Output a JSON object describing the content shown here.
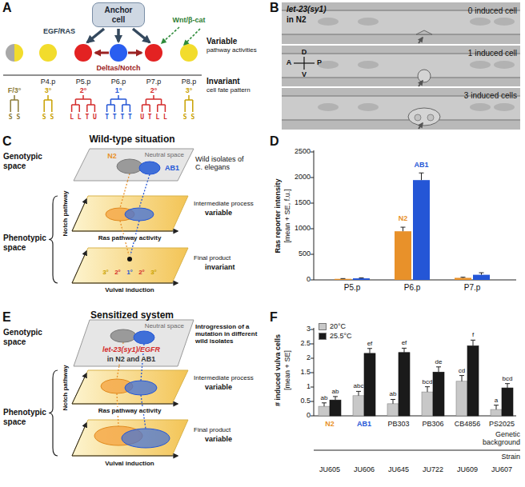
{
  "diagram": {
    "nodes": [
      {
        "text": [
          "Anchor cell"
        ]
      },
      {
        "text": [
          "Neutral space"
        ]
      },
      {
        "text": [
          "Neutral space"
        ]
      }
    ],
    "labels": [
      "A",
      "EGF/RAS",
      "Wnt/β-cat",
      "Variable",
      "pathway activities",
      "Deltas/Notch",
      "Invariant",
      "cell fate pattern",
      "P4.p",
      "P5.p",
      "P6.p",
      "P7.p",
      "P8.p",
      "F/3°",
      "3°",
      "2°",
      "1°",
      "2°",
      "3°",
      "S S",
      "S S",
      "L L T U",
      "T T T T",
      "U T L L",
      "S S",
      "B",
      "let-23(sy1)",
      "in N2",
      "0 induced cell",
      "1 induced cell",
      "3 induced cells",
      "D",
      "A",
      "P",
      "V",
      "C",
      "Wild-type situation",
      "Genotypic space",
      "N2",
      "AB1",
      "Wild isolates of C. elegans",
      "Notch pathway",
      "Phenotypic space",
      "Ras pathway activity",
      "Intermediate process",
      "variable",
      "Vulval induction",
      "Final product",
      "invariant",
      "3°",
      "2°",
      "1°",
      "2°",
      "3°",
      "D",
      "Ras reporter intensity",
      "[mean + SE, f.u.]",
      "2500",
      "2000",
      "1500",
      "1000",
      "500",
      "0",
      "N2",
      "AB1",
      "P5.p",
      "P6.p",
      "P7.p",
      "F",
      "# induced vulva cells",
      "[mean + SE]",
      "3",
      "2.5",
      "2",
      "1.5",
      "1",
      "0.5",
      "0",
      "ab",
      "ab",
      "abc",
      "ef",
      "ab",
      "ef",
      "bcd",
      "de",
      "cd",
      "f",
      "a",
      "bcd",
      "N2",
      "AB1",
      "PB303",
      "PB306",
      "CB4856",
      "PS2025",
      "Genetic background",
      "Strain",
      "JU605",
      "JU606",
      "JU645",
      "JU722",
      "JU609",
      "JU607",
      "E",
      "Sensitized system",
      "Genotypic space",
      "Introgression of a mutation in different wild isolates",
      "let-23(sy1)/EGFR",
      "in N2 and AB1",
      "Notch pathway",
      "Phenotypic space",
      "Ras pathway activity",
      "Intermediate process",
      "variable",
      "Vulval induction",
      "Final product",
      "variable"
    ],
    "legend": [
      {
        "text": "20°C",
        "color": "#c8c8c8"
      },
      {
        "text": "25.5°C",
        "color": "#1a1a1a"
      }
    ]
  }
}
